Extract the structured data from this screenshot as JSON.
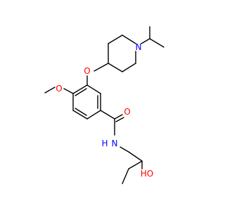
{
  "molecule": {
    "atoms": {
      "amide_oxygen": {
        "label": "O",
        "color": "#ff0000"
      },
      "amide_nitrogen": {
        "label": "N",
        "color": "#0000ff"
      },
      "hydroxyl": {
        "label": "HO",
        "color": "#ff0000"
      },
      "methoxy_oxygen": {
        "label": "O",
        "color": "#ff0000"
      },
      "ether_oxygen": {
        "label": "O",
        "color": "#ff0000"
      },
      "nitrogen_hydrogen": {
        "label": "H",
        "color": "#0000ff"
      },
      "piperidine_nitrogen": {
        "label": "N",
        "color": "#0000ff"
      }
    }
  }
}
